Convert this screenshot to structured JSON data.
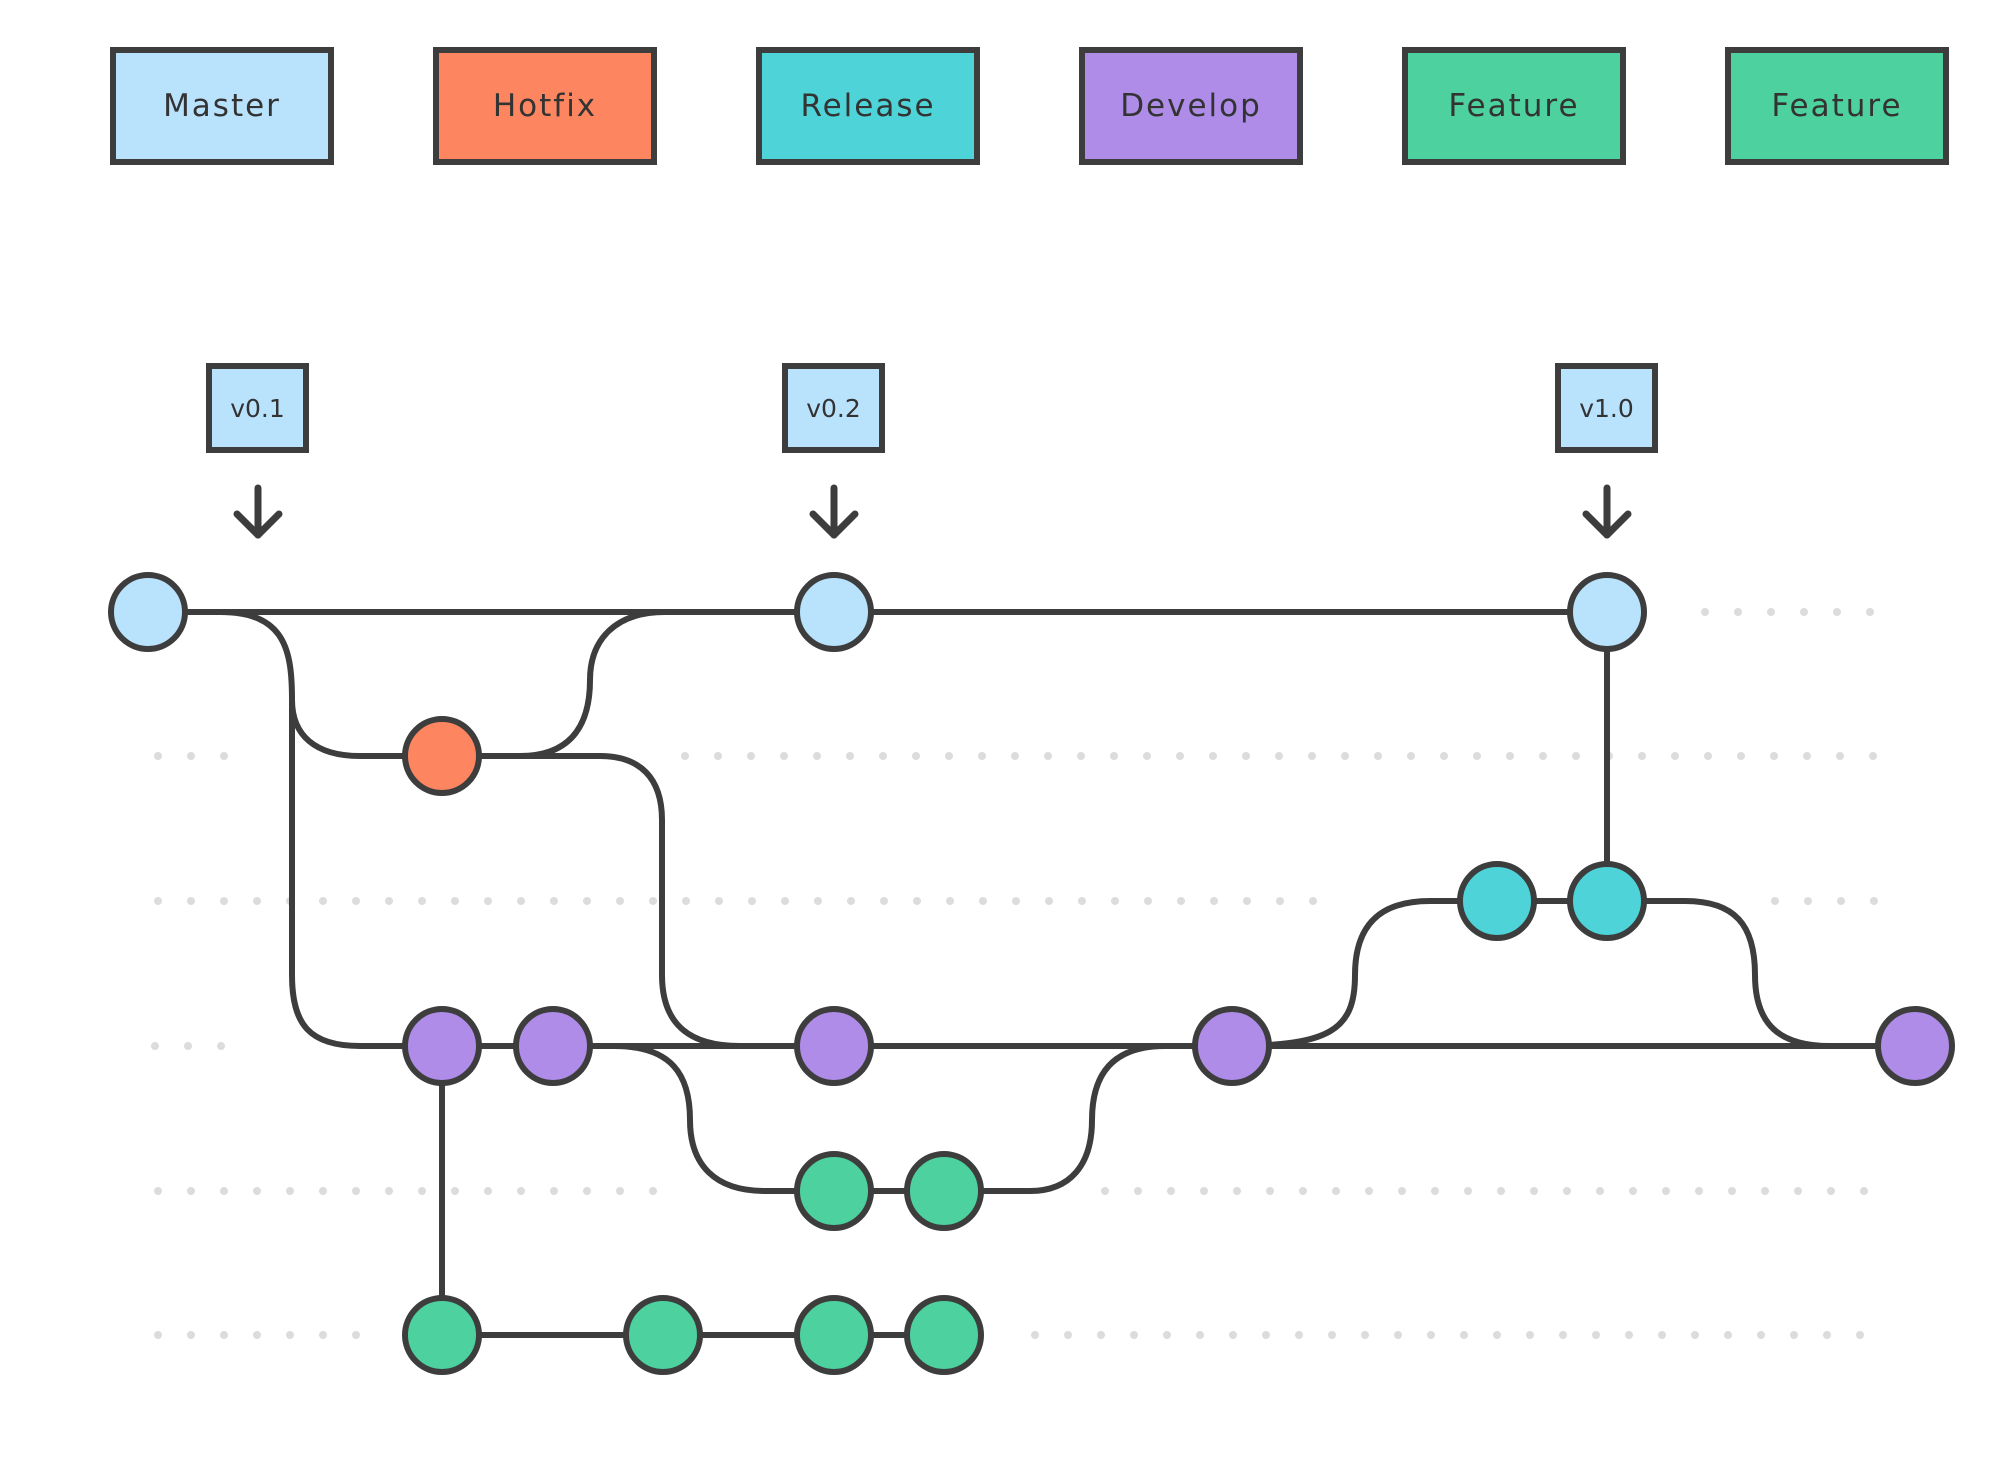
{
  "colors": {
    "master": "#b9e3fd",
    "hotfix": "#fd8560",
    "release": "#4dd3d8",
    "develop": "#ae8ce8",
    "feature": "#4dd19f",
    "stroke": "#3d3d3d",
    "dots": "#dcdcdc"
  },
  "legend": [
    {
      "label": "Master",
      "branch": "master"
    },
    {
      "label": "Hotfix",
      "branch": "hotfix"
    },
    {
      "label": "Release",
      "branch": "release"
    },
    {
      "label": "Develop",
      "branch": "develop"
    },
    {
      "label": "Feature",
      "branch": "feature"
    },
    {
      "label": "Feature",
      "branch": "feature"
    }
  ],
  "tags": [
    {
      "label": "v0.1"
    },
    {
      "label": "v0.2"
    },
    {
      "label": "v1.0"
    }
  ]
}
